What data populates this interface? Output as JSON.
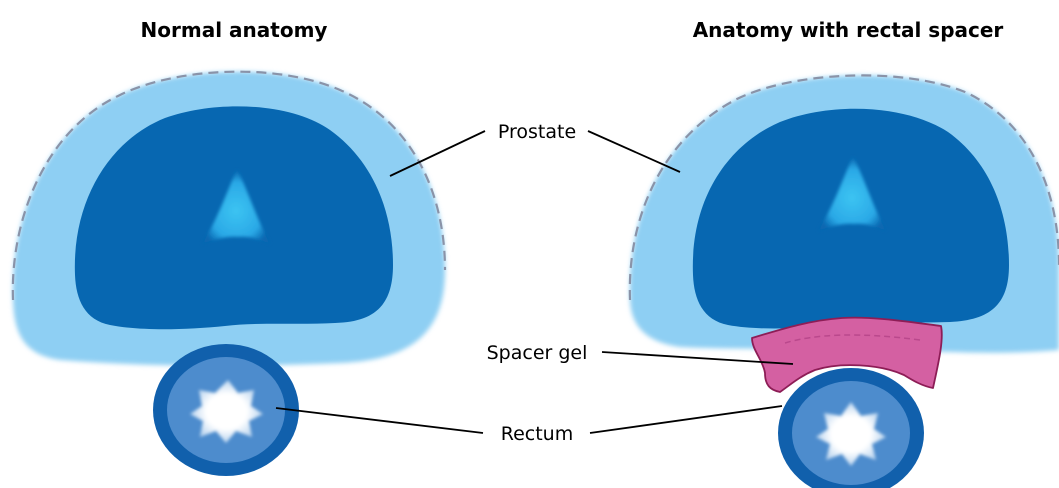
{
  "panels": {
    "left": {
      "title": "Normal anatomy"
    },
    "right": {
      "title": "Anatomy with rectal spacer"
    }
  },
  "labels": {
    "prostate": "Prostate",
    "spacer_gel": "Spacer gel",
    "rectum": "Rectum"
  },
  "colors": {
    "outer_glow": "#8ecff3",
    "outline_dash": "#8a93a8",
    "inner_dark": "#0767b1",
    "urethra": "#2eb7ec",
    "rectum_ring": "#1160ac",
    "rectum_lumen": "#4d8ccd",
    "spacer_gel": "#d460a2",
    "spacer_outline": "#8d1d56"
  }
}
